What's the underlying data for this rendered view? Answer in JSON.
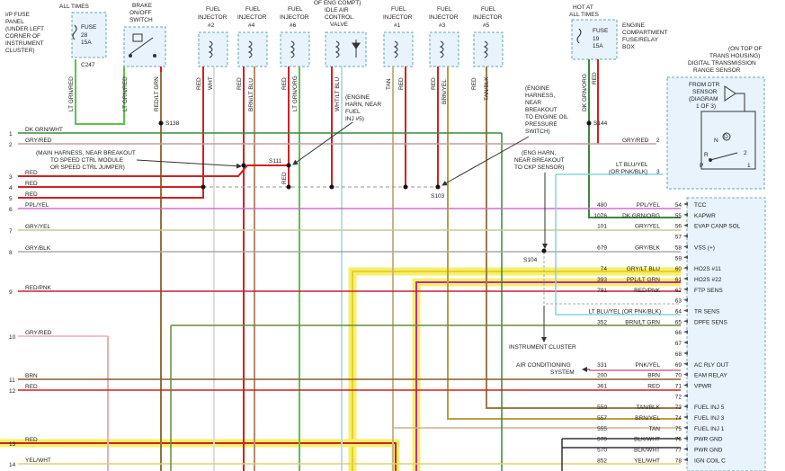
{
  "top_labels": {
    "all_times": "ALL TIMES",
    "ip_fuse_panel": [
      "I/P FUSE",
      "PANEL",
      "(UNDER LEFT",
      "CORNER OF",
      "INSTRUMENT",
      "CLUSTER)"
    ],
    "fuse28": [
      "FUSE",
      "28",
      "15A"
    ],
    "c247": "C247",
    "brake_switch": [
      "BRAKE",
      "ON/OFF",
      "SWITCH"
    ],
    "fuel_injector": [
      "FUEL",
      "INJECTOR"
    ],
    "injector_numbers": [
      "#2",
      "#4",
      "#6",
      "#1",
      "#3",
      "#5"
    ],
    "iac": [
      "OF ENG COMPT)",
      "IDLE AIR",
      "CONTROL",
      "VALVE"
    ],
    "hot_at_all_times": [
      "HOT AT",
      "ALL TIMES"
    ],
    "fuse19": [
      "FUSE",
      "19",
      "15A"
    ],
    "engine_compartment": [
      "ENGINE",
      "COMPARTMENT",
      "FUSE/RELAY",
      "BOX"
    ],
    "trans_housing": [
      "(ON TOP OF",
      "TRANS HOUSING)",
      "DIGITAL TRANSMISSION",
      "RANGE SENSOR"
    ],
    "from_dtr": [
      "FROM DTR",
      "SENSOR",
      "(DIAGRAM",
      "1 OF 3)"
    ],
    "dtr_letters": [
      "R",
      "N",
      "D",
      "P",
      "2",
      "1"
    ]
  },
  "notes": {
    "engine_harn_inj5": [
      "(ENGINE",
      "HARN, NEAR",
      "FUEL",
      "INJ #5)"
    ],
    "engine_harness_oil": [
      "(ENGINE",
      "HARNESS,",
      "NEAR",
      "BREAKOUT",
      "TO ENGINE OIL",
      "PRESSURE",
      "SWITCH)"
    ],
    "eng_harn_ckp": [
      "(ENG HARN,",
      "NEAR BREAKOUT",
      "TO CKP SENSOR)"
    ],
    "main_harness": [
      "(MAIN HARNESS, NEAR BREAKOUT",
      "TO SPEED CTRL MODULE",
      "OR SPEED CTRL JUMPER)"
    ],
    "instrument_cluster": "INSTRUMENT CLUSTER",
    "air_conditioning": [
      "AIR CONDITIONING",
      "SYSTEM"
    ]
  },
  "splices": [
    "S138",
    "S111",
    "S103",
    "S144",
    "S104"
  ],
  "vertical_wire_labels": [
    "LT GRN/RED",
    "LT GRN/RED",
    "RED/LT GRN",
    "RED",
    "WHT",
    "RED",
    "BRN/LT BLU",
    "RED",
    "LT GRN/ORG",
    "RED",
    "WHT/LT BLU",
    "TAN",
    "RED",
    "RED",
    "BRN/YEL",
    "RED",
    "TAN/BLK",
    "DK GRN/ORG",
    "RED"
  ],
  "left_rows": [
    {
      "num": "1",
      "color": "DK GRN/WHT"
    },
    {
      "num": "2",
      "color": "GRY/RED"
    },
    {
      "num": "3",
      "color": "RED"
    },
    {
      "num": "4",
      "color": "RED"
    },
    {
      "num": "5",
      "color": "RED"
    },
    {
      "num": "6",
      "color": "PPL/YEL"
    },
    {
      "num": "7",
      "color": "GRY/YEL"
    },
    {
      "num": "8",
      "color": "GRY/BLK"
    },
    {
      "num": "9",
      "color": "RED/PNK"
    },
    {
      "num": "10",
      "color": "GRY/RED"
    },
    {
      "num": "11",
      "color": "BRN"
    },
    {
      "num": "12",
      "color": "RED"
    },
    {
      "num": "13",
      "color": "RED"
    },
    {
      "num": "14",
      "color": "YEL/WHT"
    }
  ],
  "dtr_wires": {
    "gry_red": "GRY/RED",
    "gry_red_pin": "2",
    "lt_blu_yel": "LT BLU/YEL",
    "or_pnk_blk": "(OR PNK/BLK)",
    "lt_blu_pin": "3"
  },
  "pcm_pins": [
    {
      "circuit": "480",
      "color": "PPL/YEL",
      "pin": "54",
      "name": "TCC"
    },
    {
      "circuit": "1076",
      "color": "DK GRN/ORG",
      "pin": "55",
      "name": "KAPWR"
    },
    {
      "circuit": "101",
      "color": "GRY/YEL",
      "pin": "56",
      "name": "EVAP CANP SOL"
    },
    {
      "circuit": "",
      "color": "",
      "pin": "57",
      "name": ""
    },
    {
      "circuit": "679",
      "color": "GRY/BLK",
      "pin": "58",
      "name": "VSS (+)"
    },
    {
      "circuit": "",
      "color": "",
      "pin": "59",
      "name": ""
    },
    {
      "circuit": "74",
      "color": "GRY/LT BLU",
      "pin": "60",
      "name": "HO2S #11"
    },
    {
      "circuit": "393",
      "color": "PPL/LT GRN",
      "pin": "61",
      "name": "HO2S #22"
    },
    {
      "circuit": "791",
      "color": "RED/PNK",
      "pin": "62",
      "name": "FTP SENS"
    },
    {
      "circuit": "",
      "color": "",
      "pin": "63",
      "name": ""
    },
    {
      "circuit": "",
      "color": "LT BLU/YEL (OR PNK/BLK)",
      "pin": "64",
      "name": "TR SENS"
    },
    {
      "circuit": "352",
      "color": "BRN/LT GRN",
      "pin": "65",
      "name": "DPFE SENS"
    },
    {
      "circuit": "",
      "color": "",
      "pin": "66",
      "name": ""
    },
    {
      "circuit": "",
      "color": "",
      "pin": "67",
      "name": ""
    },
    {
      "circuit": "",
      "color": "",
      "pin": "68",
      "name": ""
    },
    {
      "circuit": "331",
      "color": "PNK/YEL",
      "pin": "69",
      "name": "AC RLY OUT"
    },
    {
      "circuit": "200",
      "color": "BRN",
      "pin": "70",
      "name": "EAM RELAY"
    },
    {
      "circuit": "361",
      "color": "RED",
      "pin": "71",
      "name": "VPWR"
    },
    {
      "circuit": "",
      "color": "",
      "pin": "72",
      "name": ""
    },
    {
      "circuit": "559",
      "color": "TAN/BLK",
      "pin": "73",
      "name": "FUEL INJ 5"
    },
    {
      "circuit": "557",
      "color": "BRN/YEL",
      "pin": "74",
      "name": "FUEL INJ 3"
    },
    {
      "circuit": "555",
      "color": "TAN",
      "pin": "75",
      "name": "FUEL INJ 1"
    },
    {
      "circuit": "570",
      "color": "BLK/WHT",
      "pin": "76",
      "name": "PWR GND"
    },
    {
      "circuit": "570",
      "color": "BLK/WHT",
      "pin": "77",
      "name": "PWR GND"
    },
    {
      "circuit": "852",
      "color": "YEL/WHT",
      "pin": "78",
      "name": "IGN COIL C"
    }
  ],
  "colors": {
    "yellow_highlight": "#f5f06a",
    "red_wire": "#d32020",
    "green_wire": "#5cc24a",
    "pink_wire": "#d46ad4",
    "box_fill": "#e8f3fb"
  }
}
